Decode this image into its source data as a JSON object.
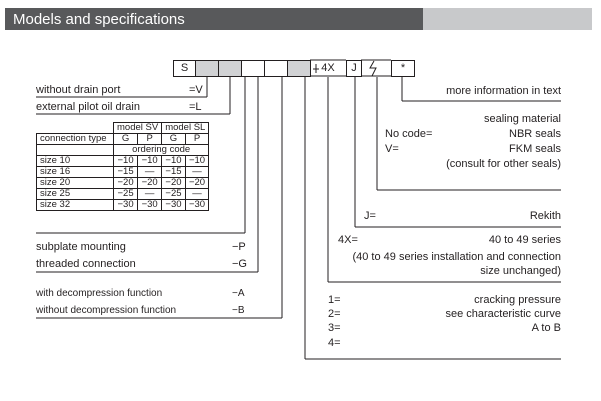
{
  "header": {
    "title": "Models and specifications"
  },
  "code_boxes": [
    "S",
    "",
    "",
    "",
    "",
    "",
    "4X",
    "J",
    "",
    "*"
  ],
  "left": {
    "drain_port": {
      "label": "without drain port",
      "code": "=V"
    },
    "pilot_drain": {
      "label": "external pilot oil drain",
      "code": "=L"
    },
    "table": {
      "header1": [
        "model SV",
        "model SL"
      ],
      "conn_type": "connection type",
      "sub_header": [
        "G",
        "P",
        "G",
        "P"
      ],
      "ordering_code": "ordering code",
      "rows": [
        {
          "size": "size 10",
          "cells": [
            "−10",
            "−10",
            "−10",
            "−10"
          ]
        },
        {
          "size": "size 16",
          "cells": [
            "−15",
            "—",
            "−15",
            "—"
          ]
        },
        {
          "size": "size 20",
          "cells": [
            "−20",
            "−20",
            "−20",
            "−20"
          ]
        },
        {
          "size": "size 25",
          "cells": [
            "−25",
            "—",
            "−25",
            "—"
          ]
        },
        {
          "size": "size 32",
          "cells": [
            "−30",
            "−30",
            "−30",
            "−30"
          ]
        }
      ]
    },
    "subplate": {
      "label": "subplate mounting",
      "code": "−P"
    },
    "threaded": {
      "label": "threaded connection",
      "code": "−G"
    },
    "with_decomp": {
      "label": "with decompression function",
      "code": "−A"
    },
    "without_decomp": {
      "label": "without decompression function",
      "code": "−B"
    }
  },
  "right": {
    "more_info": "more information in text",
    "sealing": {
      "title": "sealing material",
      "no_code": "No code=",
      "nbr": "NBR seals",
      "v": "V=",
      "fkm": "FKM seals",
      "consult": "(consult for other seals)"
    },
    "j": {
      "code": "J=",
      "text": "Rekith"
    },
    "series": {
      "code": "4X=",
      "text": "40 to 49 series",
      "note1": "(40 to 49 series installation and connection",
      "note2": "size unchanged)"
    },
    "pressure": {
      "codes": [
        "1=",
        "2=",
        "3=",
        "4="
      ],
      "line1": "cracking pressure",
      "line2": "see characteristic curve",
      "line3": "A to B"
    }
  }
}
